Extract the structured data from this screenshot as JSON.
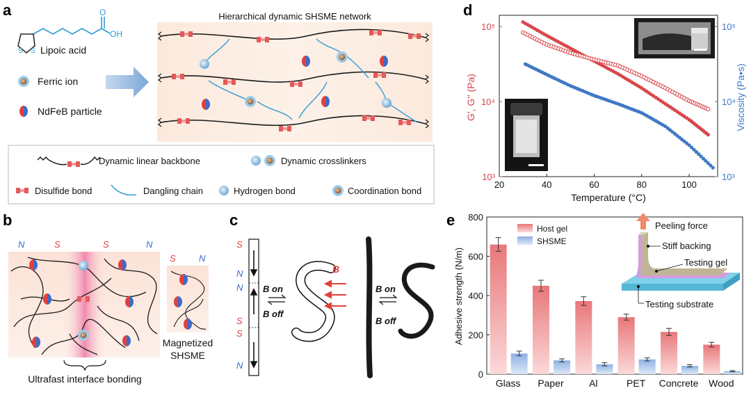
{
  "panels": {
    "a": {
      "letter": "a",
      "title": "Hierarchical dynamic SHSME network",
      "components": {
        "lipoic_label": "Lipoic acid",
        "oh_label": "OH",
        "o_label": "O",
        "s1_label": "S",
        "s2_label": "S",
        "ferric_label": "Ferric ion",
        "ndfeb_label": "NdFeB particle"
      },
      "legend": {
        "backbone": "Dynamic linear backbone",
        "crosslinkers": "Dynamic crosslinkers",
        "disulfide": "Disulfide bond",
        "dangling": "Dangling chain",
        "hbond": "Hydrogen bond",
        "coordination": "Coordination bond"
      }
    },
    "b": {
      "letter": "b",
      "poles": [
        "N",
        "S",
        "S",
        "N"
      ],
      "small_poles": [
        "S",
        "N"
      ],
      "caption": "Ultrafast interface bonding",
      "small_caption_1": "Magnetized",
      "small_caption_2": "SHSME"
    },
    "c": {
      "letter": "c",
      "strip_labels": [
        "S",
        "N",
        "N",
        "S",
        "S",
        "N"
      ],
      "b_on": "B on",
      "b_off": "B off",
      "b_field": "B"
    },
    "d": {
      "letter": "d",
      "chart_data": {
        "type": "scatter",
        "xlabel": "Temperature (°C)",
        "ylabel_left": "G', G'' (Pa)",
        "ylabel_right": "Viscosity (Pa•s)",
        "x_ticks": [
          "20",
          "40",
          "60",
          "80",
          "100"
        ],
        "y_left_ticks": [
          "10³",
          "10⁴",
          "10⁵"
        ],
        "y_right_ticks": [
          "10³",
          "10⁴",
          "10⁵"
        ],
        "xlim": [
          20,
          112
        ],
        "ylim_left_log10": [
          3.0,
          5.15
        ],
        "ylim_right_log10": [
          3.0,
          5.15
        ],
        "series": [
          {
            "marker": "filled",
            "color": "#d9464b",
            "axis": "left",
            "x": [
              30,
              40,
              50,
              60,
              70,
              80,
              90,
              100,
              108
            ],
            "log10_y": [
              5.06,
              4.88,
              4.71,
              4.54,
              4.37,
              4.18,
              3.97,
              3.76,
              3.56
            ]
          },
          {
            "marker": "open",
            "color": "#d9464b",
            "axis": "left",
            "x": [
              30,
              40,
              50,
              60,
              70,
              80,
              90,
              100,
              108
            ],
            "log10_y": [
              4.92,
              4.76,
              4.65,
              4.56,
              4.48,
              4.34,
              4.18,
              4.01,
              3.9
            ]
          },
          {
            "marker": "filled",
            "color": "#3f78c4",
            "axis": "right",
            "x": [
              31,
              40,
              50,
              60,
              70,
              80,
              90,
              100,
              110
            ],
            "log10_y": [
              4.5,
              4.36,
              4.21,
              4.08,
              3.97,
              3.85,
              3.67,
              3.42,
              3.12
            ]
          }
        ]
      }
    },
    "e": {
      "letter": "e",
      "chart_data": {
        "type": "bar",
        "ylabel": "Adhesive strength (N/m)",
        "categories": [
          "Glass",
          "Paper",
          "Al",
          "PET",
          "Concrete",
          "Wood"
        ],
        "ylim": [
          0,
          800
        ],
        "y_ticks": [
          "0",
          "200",
          "400",
          "600",
          "800"
        ],
        "series": [
          {
            "name": "Host gel",
            "color": "#e8777a",
            "values": [
              660,
              450,
              372,
              290,
              215,
              150
            ],
            "errors": [
              35,
              28,
              22,
              15,
              18,
              12
            ]
          },
          {
            "name": "SHSME",
            "color": "#8fb1e3",
            "values": [
              105,
              70,
              50,
              75,
              42,
              15
            ],
            "errors": [
              12,
              8,
              8,
              8,
              6,
              3
            ]
          }
        ]
      },
      "inset": {
        "peeling": "Peeling force",
        "backing": "Stiff backing",
        "gel": "Testing gel",
        "substrate": "Testing substrate"
      }
    }
  }
}
